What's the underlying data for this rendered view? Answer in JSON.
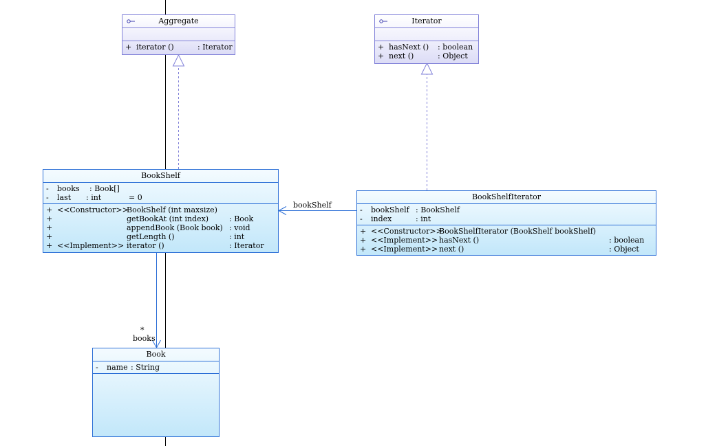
{
  "aggregate": {
    "name": "Aggregate",
    "operations": [
      {
        "vis": "+",
        "name": "iterator ()",
        "type": ": Iterator"
      }
    ]
  },
  "iterator": {
    "name": "Iterator",
    "operations": [
      {
        "vis": "+",
        "name": "hasNext ()",
        "type": ": boolean"
      },
      {
        "vis": "+",
        "name": "next ()",
        "type": ": Object"
      }
    ]
  },
  "bookshelf": {
    "name": "BookShelf",
    "attributes": [
      {
        "vis": "-",
        "name": "books",
        "type": ": Book[]",
        "init": ""
      },
      {
        "vis": "-",
        "name": "last",
        "type": ": int",
        "init": "= 0"
      }
    ],
    "operations": [
      {
        "vis": "+",
        "stereo": "<<Constructor>>",
        "name": "BookShelf (int maxsize)",
        "type": ""
      },
      {
        "vis": "+",
        "stereo": "",
        "name": "getBookAt (int index)",
        "type": ": Book"
      },
      {
        "vis": "+",
        "stereo": "",
        "name": "appendBook (Book book)",
        "type": ": void"
      },
      {
        "vis": "+",
        "stereo": "",
        "name": "getLength ()",
        "type": ": int"
      },
      {
        "vis": "+",
        "stereo": "<<Implement>>",
        "name": "iterator ()",
        "type": ": Iterator"
      }
    ]
  },
  "bookshelfiterator": {
    "name": "BookShelfIterator",
    "attributes": [
      {
        "vis": "-",
        "name": "bookShelf",
        "type": ": BookShelf"
      },
      {
        "vis": "-",
        "name": "index",
        "type": ": int"
      }
    ],
    "operations": [
      {
        "vis": "+",
        "stereo": "<<Constructor>>",
        "name": "BookShelfIterator (BookShelf bookShelf)",
        "type": ""
      },
      {
        "vis": "+",
        "stereo": "<<Implement>>",
        "name": "hasNext ()",
        "type": ": boolean"
      },
      {
        "vis": "+",
        "stereo": "<<Implement>>",
        "name": "next ()",
        "type": ": Object"
      }
    ]
  },
  "book": {
    "name": "Book",
    "attributes": [
      {
        "vis": "-",
        "name": "name",
        "type": ": String"
      }
    ]
  },
  "associations": {
    "bookshelf_role": "bookShelf",
    "books_multiplicity": "*",
    "books_role": "books"
  },
  "colors": {
    "class_border": "#2c6fd6",
    "interface_border": "#8080d8",
    "relation_line": "#2c6fd6",
    "realization_line": "#8080d8"
  }
}
